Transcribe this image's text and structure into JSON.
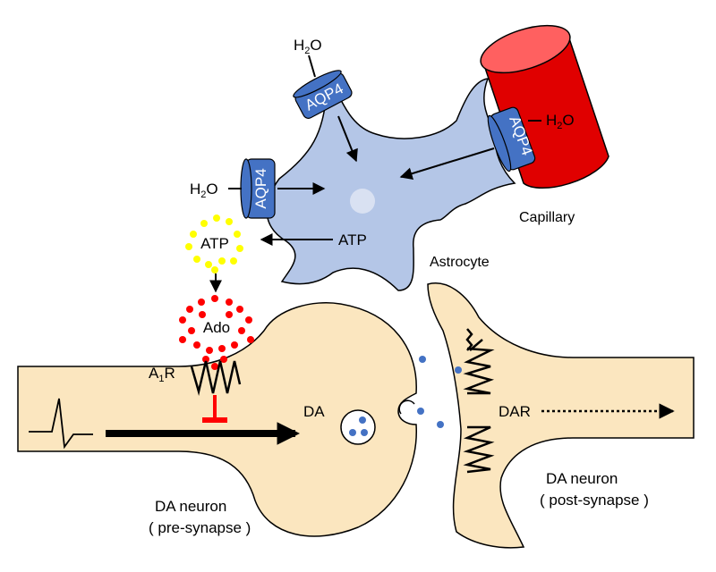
{
  "labels": {
    "h2o_top": "H2O",
    "h2o_left": "H2O",
    "h2o_right": "H2O",
    "aqp4_top": "AQP4",
    "aqp4_left": "AQP4",
    "aqp4_right": "AQP4",
    "atp_astro": "ATP",
    "atp_out": "ATP",
    "ado": "Ado",
    "a1r": "A1R",
    "capillary": "Capillary",
    "astrocyte": "Astrocyte",
    "da": "DA",
    "dar": "DAR",
    "pre_line1": "DA neuron",
    "pre_line2": "( pre-synapse )",
    "post_line1": "DA neuron",
    "post_line2": "( post-synapse )"
  },
  "colors": {
    "astrocyte": "#b4c6e7",
    "neuron": "#fbe6bf",
    "capillary": "#e00000",
    "capillary_top": "#ff6060",
    "aqp4": "#4472c4",
    "atp": "#ffff00",
    "ado": "#ff0000",
    "dopamine": "#4472c4",
    "inhibit": "#ff0000"
  }
}
